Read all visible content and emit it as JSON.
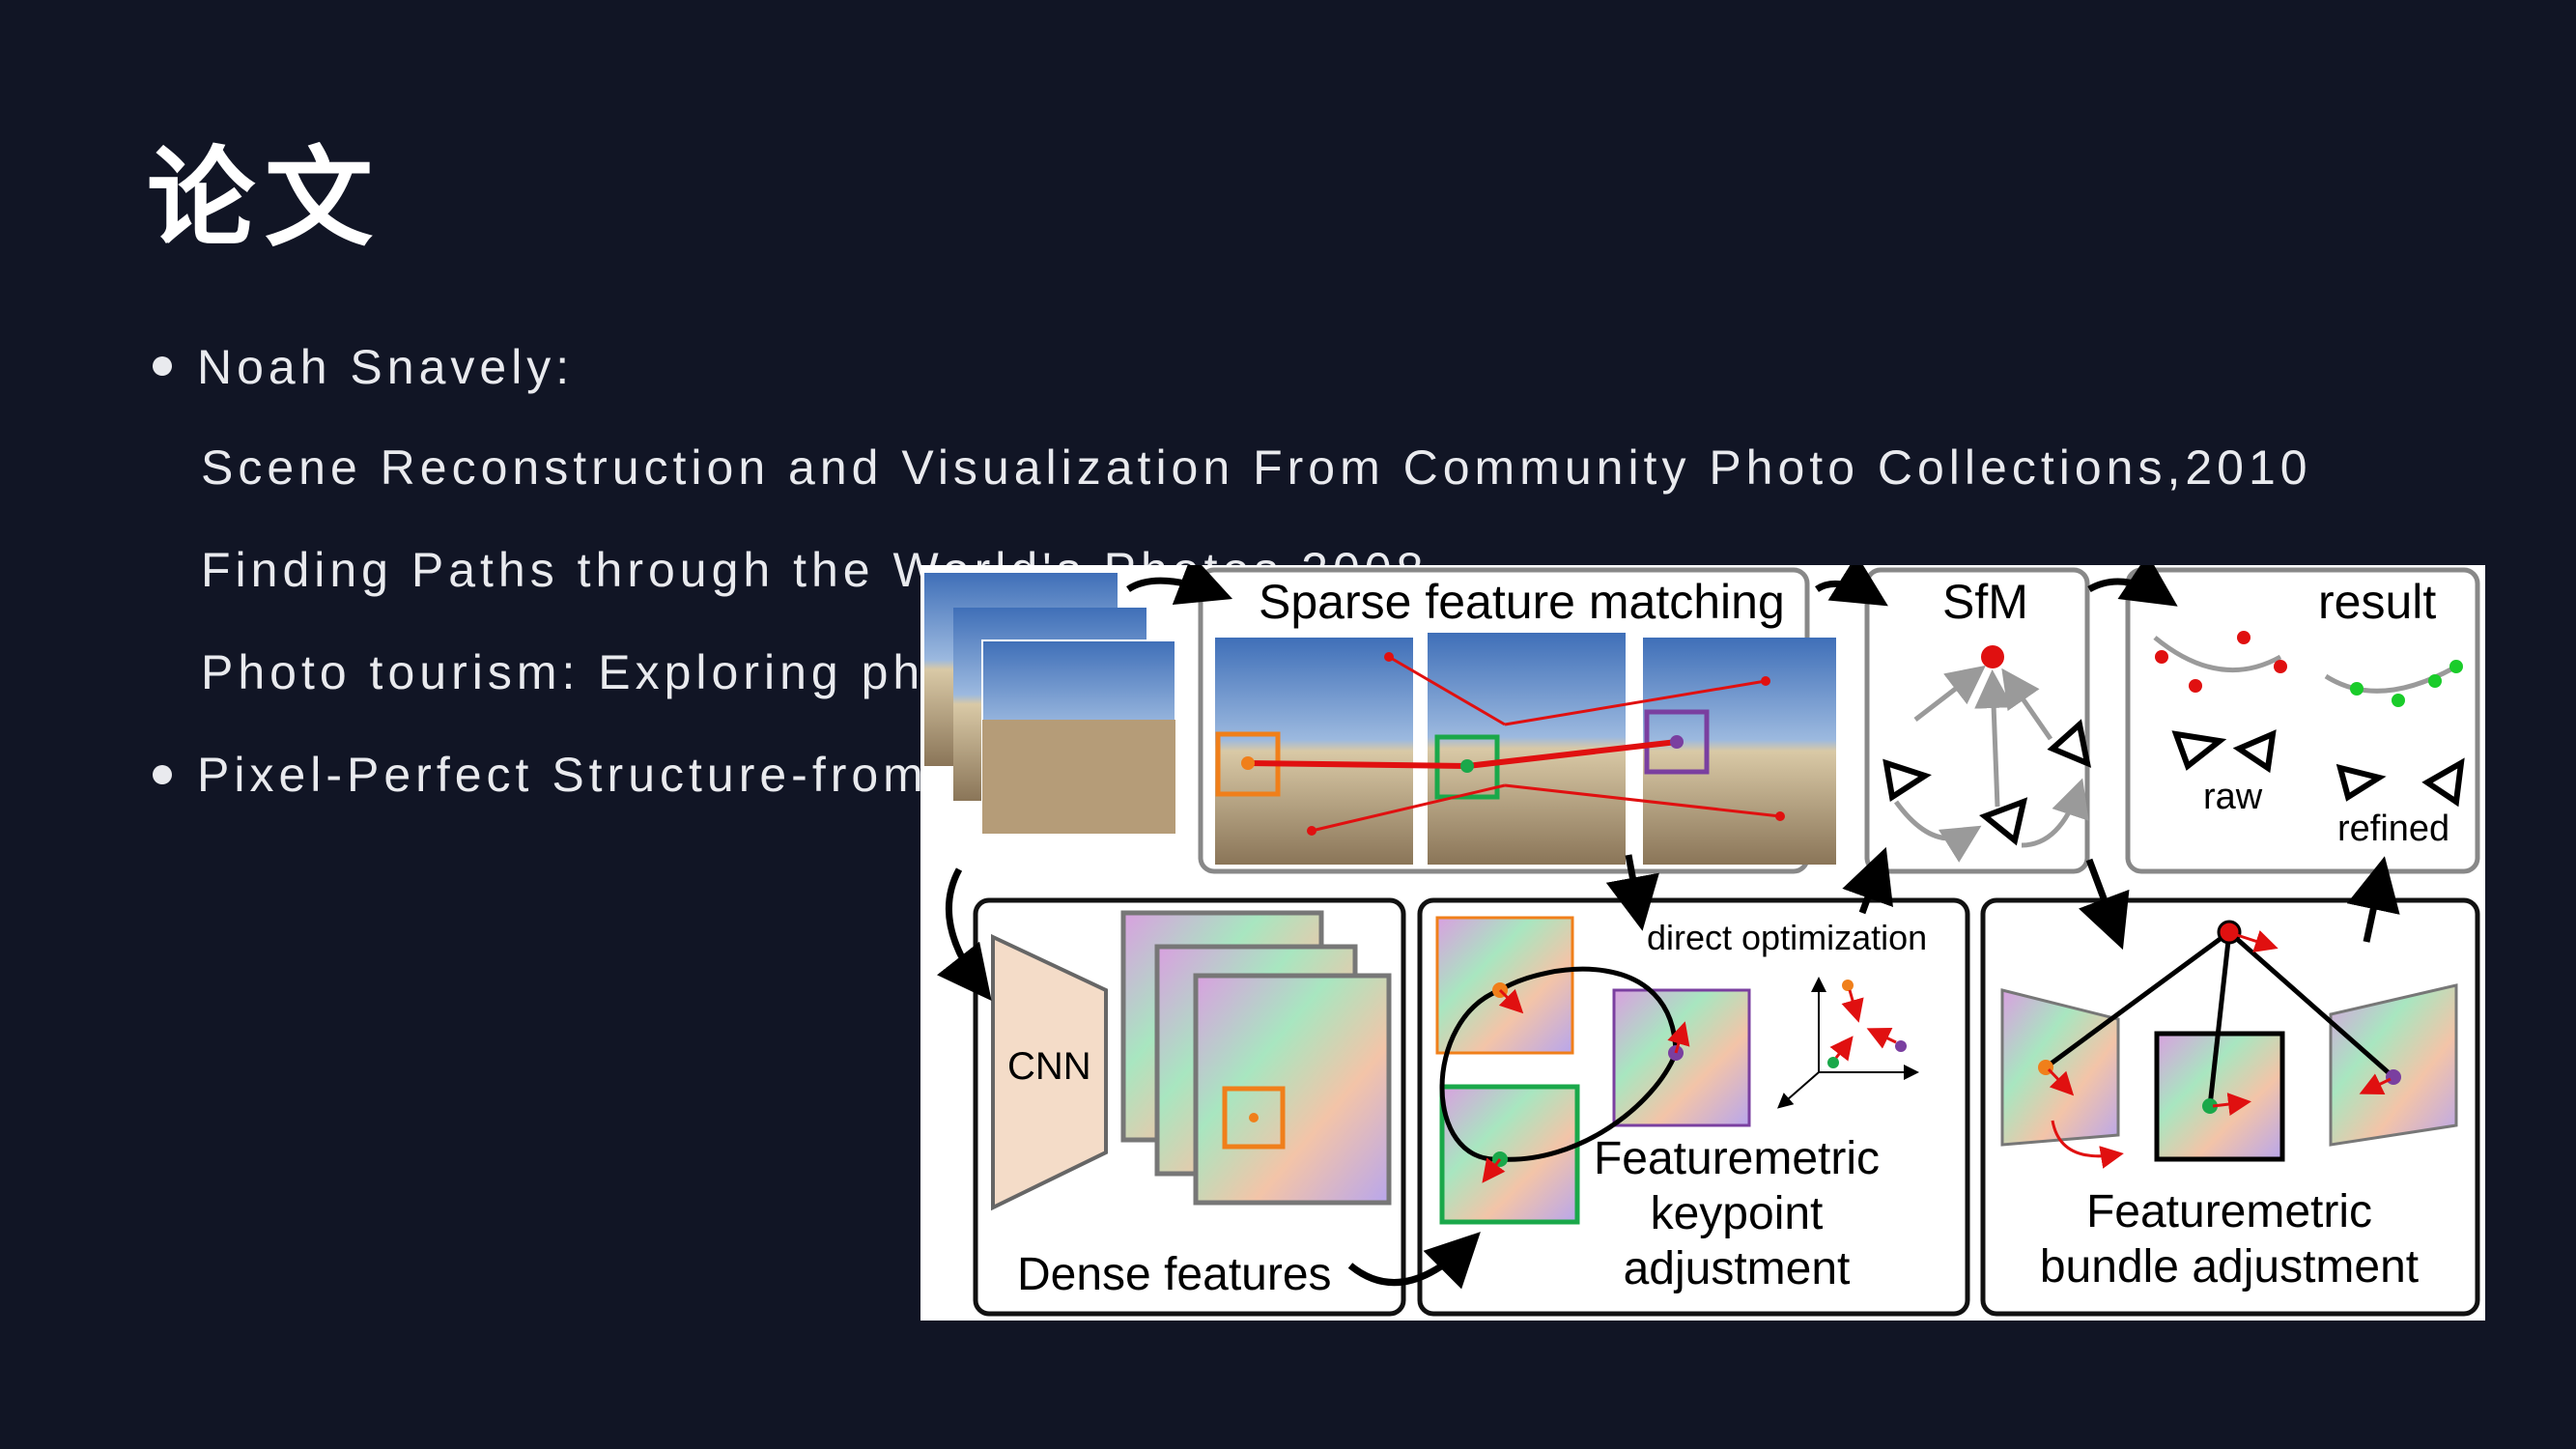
{
  "slide": {
    "title": "论文",
    "bullets": [
      {
        "text": "Noah Snavely:",
        "sublines": [
          "Scene Reconstruction and Visualization From Community Photo Collections,2010",
          "Finding Paths through the World's Photos,2008",
          "Photo tourism: Exploring pho"
        ]
      },
      {
        "text": "Pixel-Perfect Structure-from-"
      }
    ]
  },
  "figure": {
    "labels": {
      "sparse_matching": "Sparse feature matching",
      "sfm": "SfM",
      "result": "result",
      "raw": "raw",
      "refined": "refined",
      "cnn": "CNN",
      "dense_features": "Dense features",
      "direct_optimization": "direct optimization",
      "keypoint_adj_1": "Featuremetric",
      "keypoint_adj_2": "keypoint",
      "keypoint_adj_3": "adjustment",
      "bundle_adj_1": "Featuremetric",
      "bundle_adj_2": "bundle adjustment"
    },
    "colors": {
      "orange": "#f07f1a",
      "green": "#1aa84a",
      "purple": "#7a3fa0",
      "red": "#e01010",
      "gray": "#9a9a9a"
    }
  }
}
